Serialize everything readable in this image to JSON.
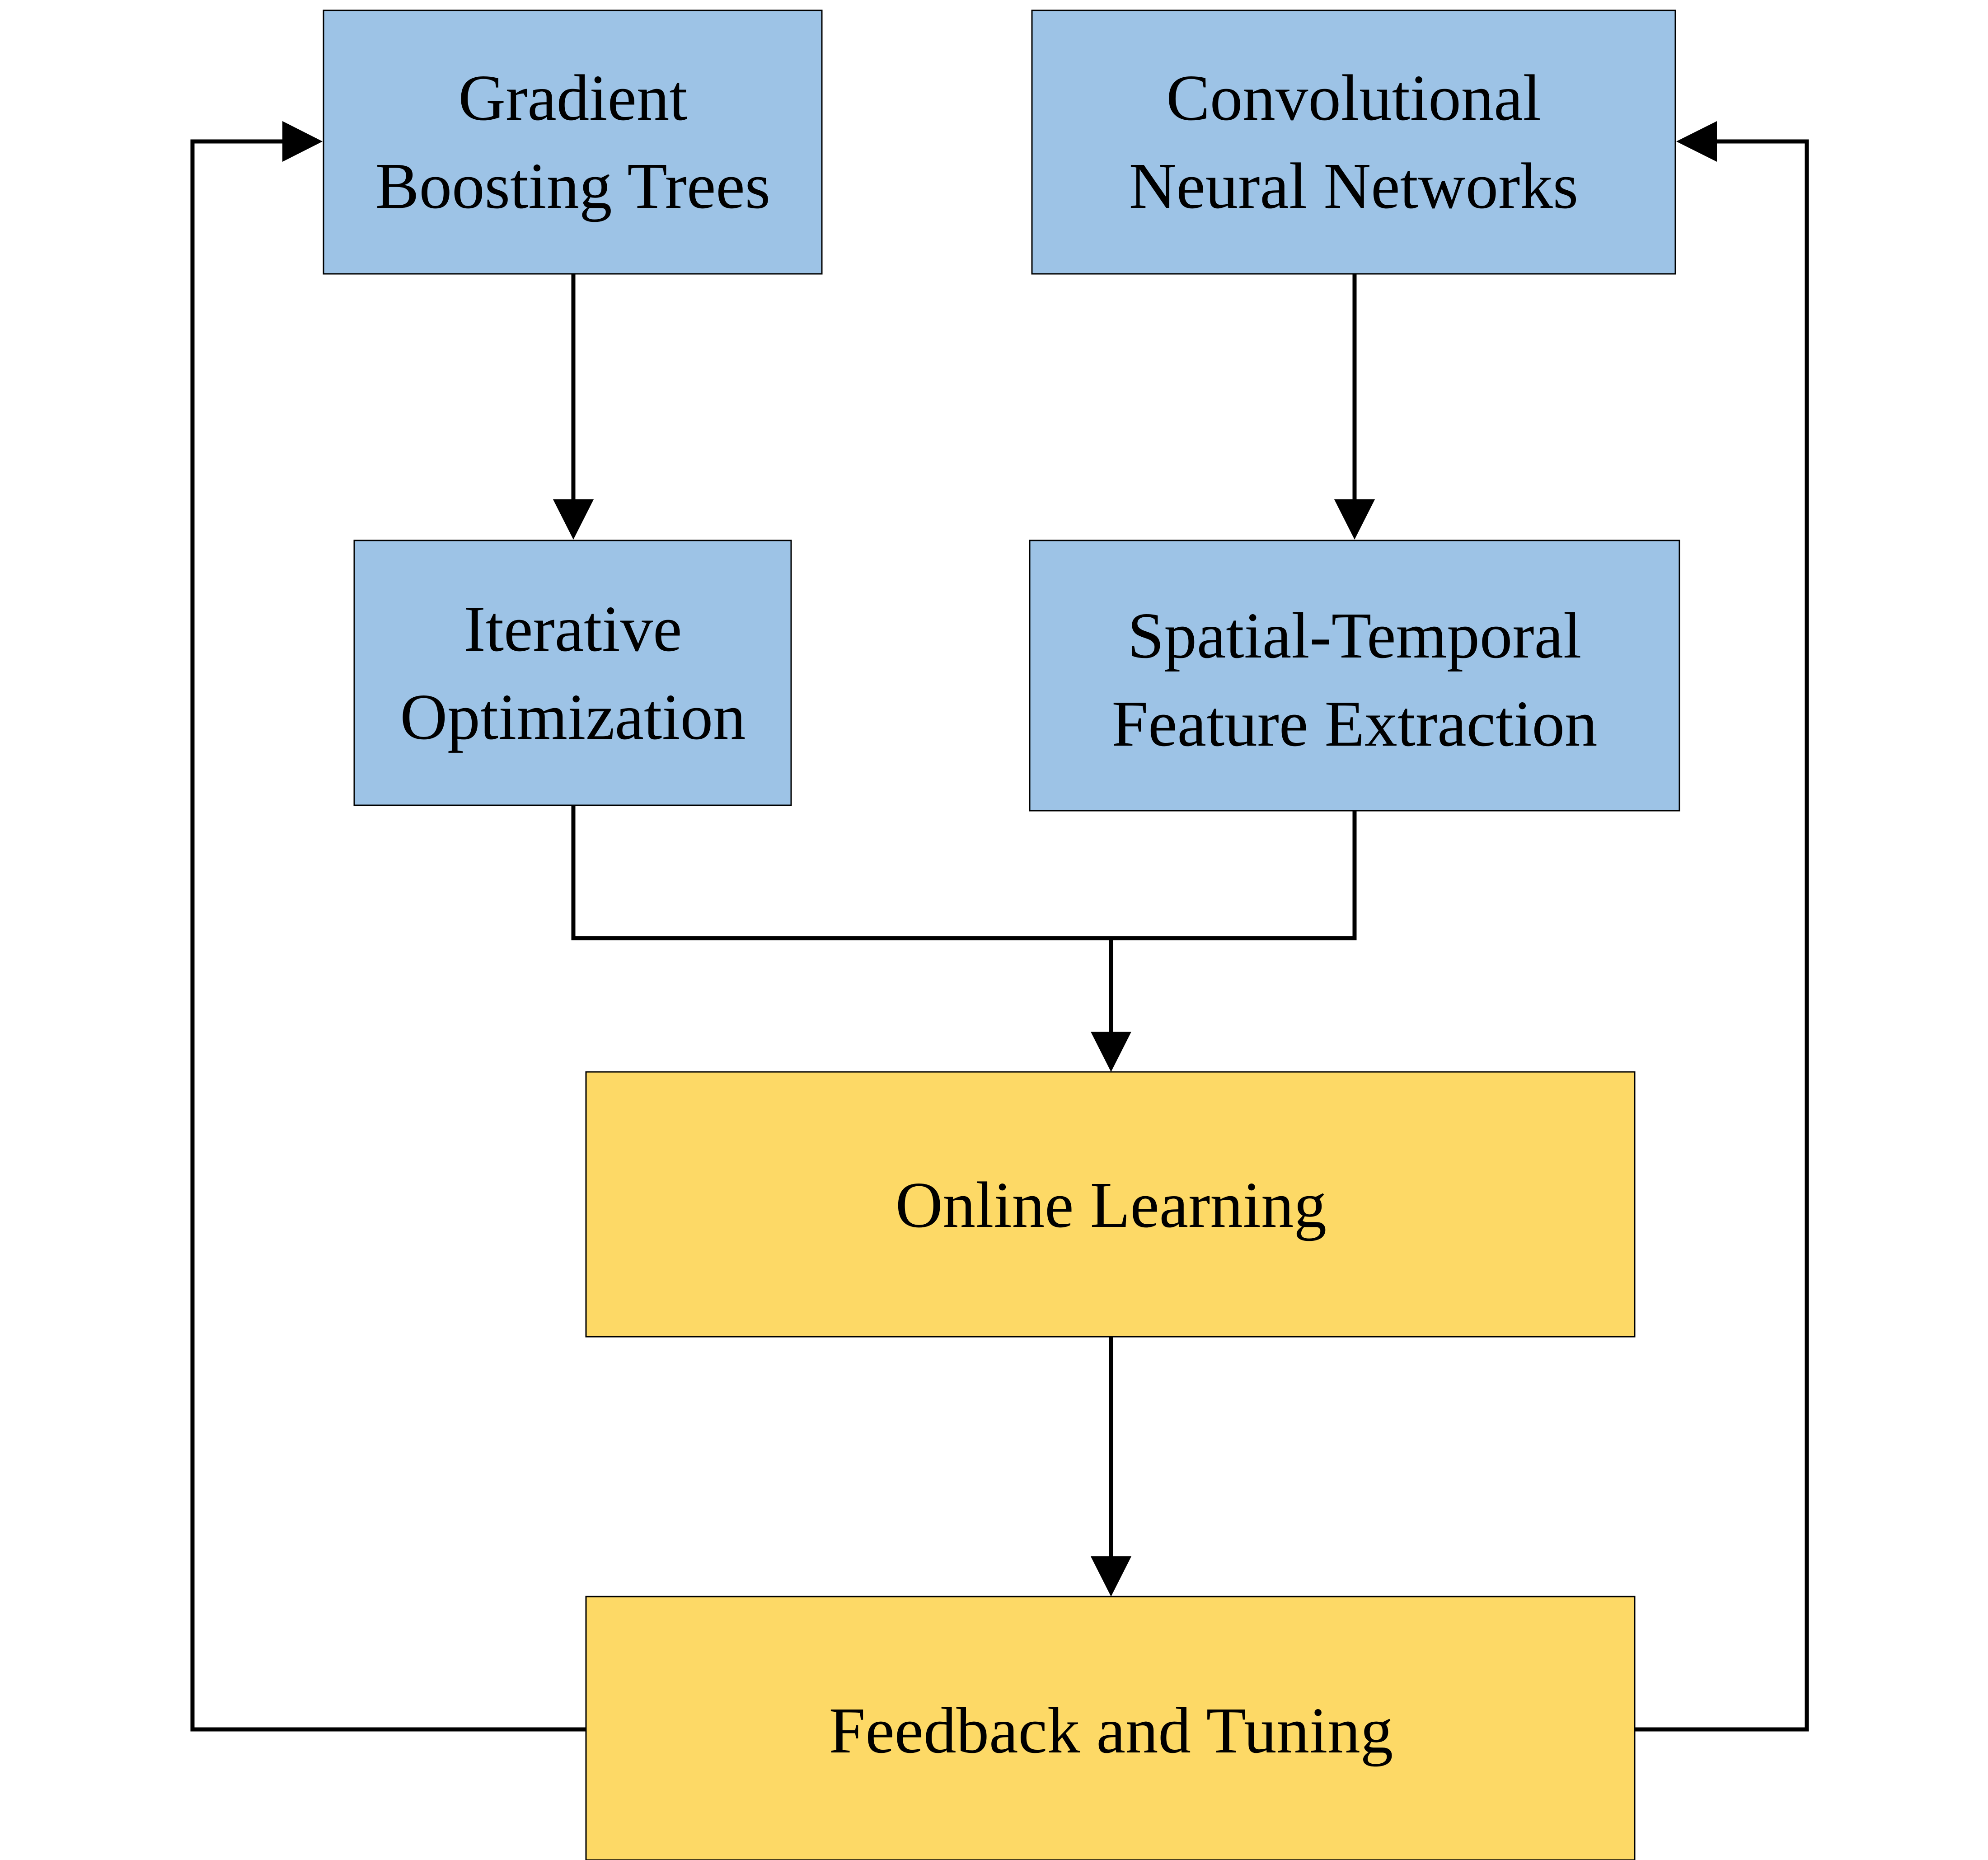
{
  "colors": {
    "model_node": "#9DC3E6",
    "process_node": "#FDD966",
    "edge": "#000000"
  },
  "nodes": {
    "gbt": {
      "lines": [
        "Gradient",
        "Boosting Trees"
      ]
    },
    "cnn": {
      "lines": [
        "Convolutional",
        "Neural Networks"
      ]
    },
    "iter": {
      "lines": [
        "Iterative",
        "Optimization"
      ]
    },
    "spatial": {
      "lines": [
        "Spatial-Temporal",
        "Feature Extraction"
      ]
    },
    "online": {
      "lines": [
        "Online Learning"
      ]
    },
    "feedback": {
      "lines": [
        "Feedback and Tuning"
      ]
    }
  },
  "edges": [
    {
      "from": "gbt",
      "to": "iter"
    },
    {
      "from": "cnn",
      "to": "spatial"
    },
    {
      "from": "iter",
      "to": "online"
    },
    {
      "from": "spatial",
      "to": "online"
    },
    {
      "from": "online",
      "to": "feedback"
    },
    {
      "from": "feedback",
      "to": "gbt"
    },
    {
      "from": "feedback",
      "to": "cnn"
    }
  ]
}
